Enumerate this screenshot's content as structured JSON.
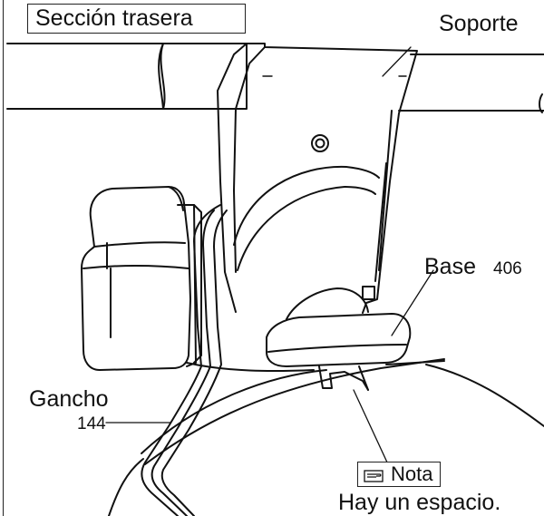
{
  "labels": {
    "section": "Sección trasera",
    "support": "Soporte",
    "base": "Base",
    "base_number": "406",
    "hook": "Gancho",
    "hook_number": "144",
    "note": "Nota",
    "note_text": "Hay un espacio."
  },
  "icons": {
    "note": "pointing-hand-icon"
  }
}
